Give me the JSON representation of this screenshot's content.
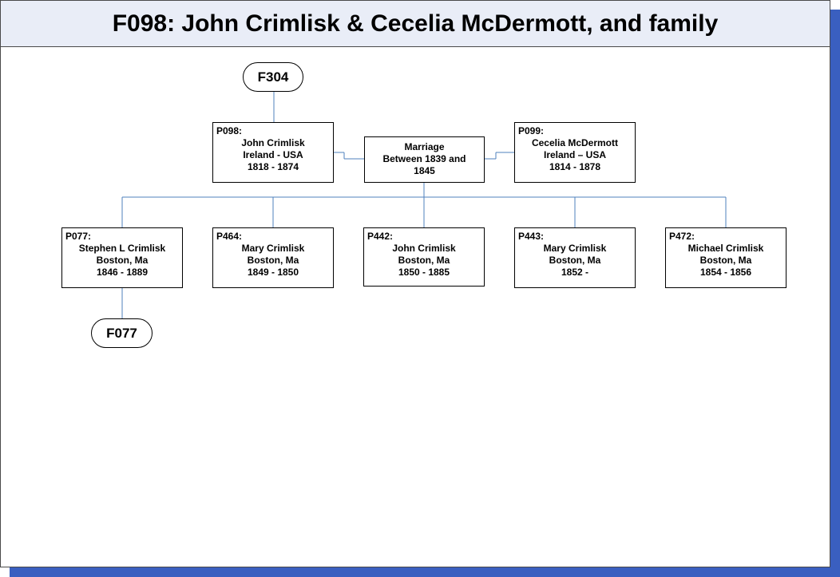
{
  "title": "F098: John Crimlisk & Cecelia McDermott, and family",
  "parent_family": {
    "label": "F304"
  },
  "husband": {
    "id": "P098:",
    "lines": [
      "John Crimlisk",
      "Ireland - USA",
      "1818 - 1874"
    ]
  },
  "marriage": {
    "lines": [
      "Marriage",
      "Between 1839 and",
      "1845"
    ]
  },
  "wife": {
    "id": "P099:",
    "lines": [
      "Cecelia McDermott",
      "Ireland – USA",
      "1814 - 1878"
    ]
  },
  "children": [
    {
      "id": "P077:",
      "lines": [
        "Stephen L Crimlisk",
        "Boston, Ma",
        "1846 - 1889"
      ]
    },
    {
      "id": "P464:",
      "lines": [
        "Mary  Crimlisk",
        "Boston, Ma",
        "1849 - 1850"
      ]
    },
    {
      "id": "P442:",
      "lines": [
        "John Crimlisk",
        "Boston, Ma",
        "1850 - 1885"
      ]
    },
    {
      "id": "P443:",
      "lines": [
        "Mary  Crimlisk",
        "Boston, Ma",
        "1852 -"
      ]
    },
    {
      "id": "P472:",
      "lines": [
        "Michael Crimlisk",
        "Boston, Ma",
        "1854 - 1856"
      ]
    }
  ],
  "child_family": {
    "label": "F077"
  },
  "colors": {
    "connector": "#4f81bd",
    "shadow": "#3a5fc0",
    "title_bg": "#e9edf7"
  }
}
